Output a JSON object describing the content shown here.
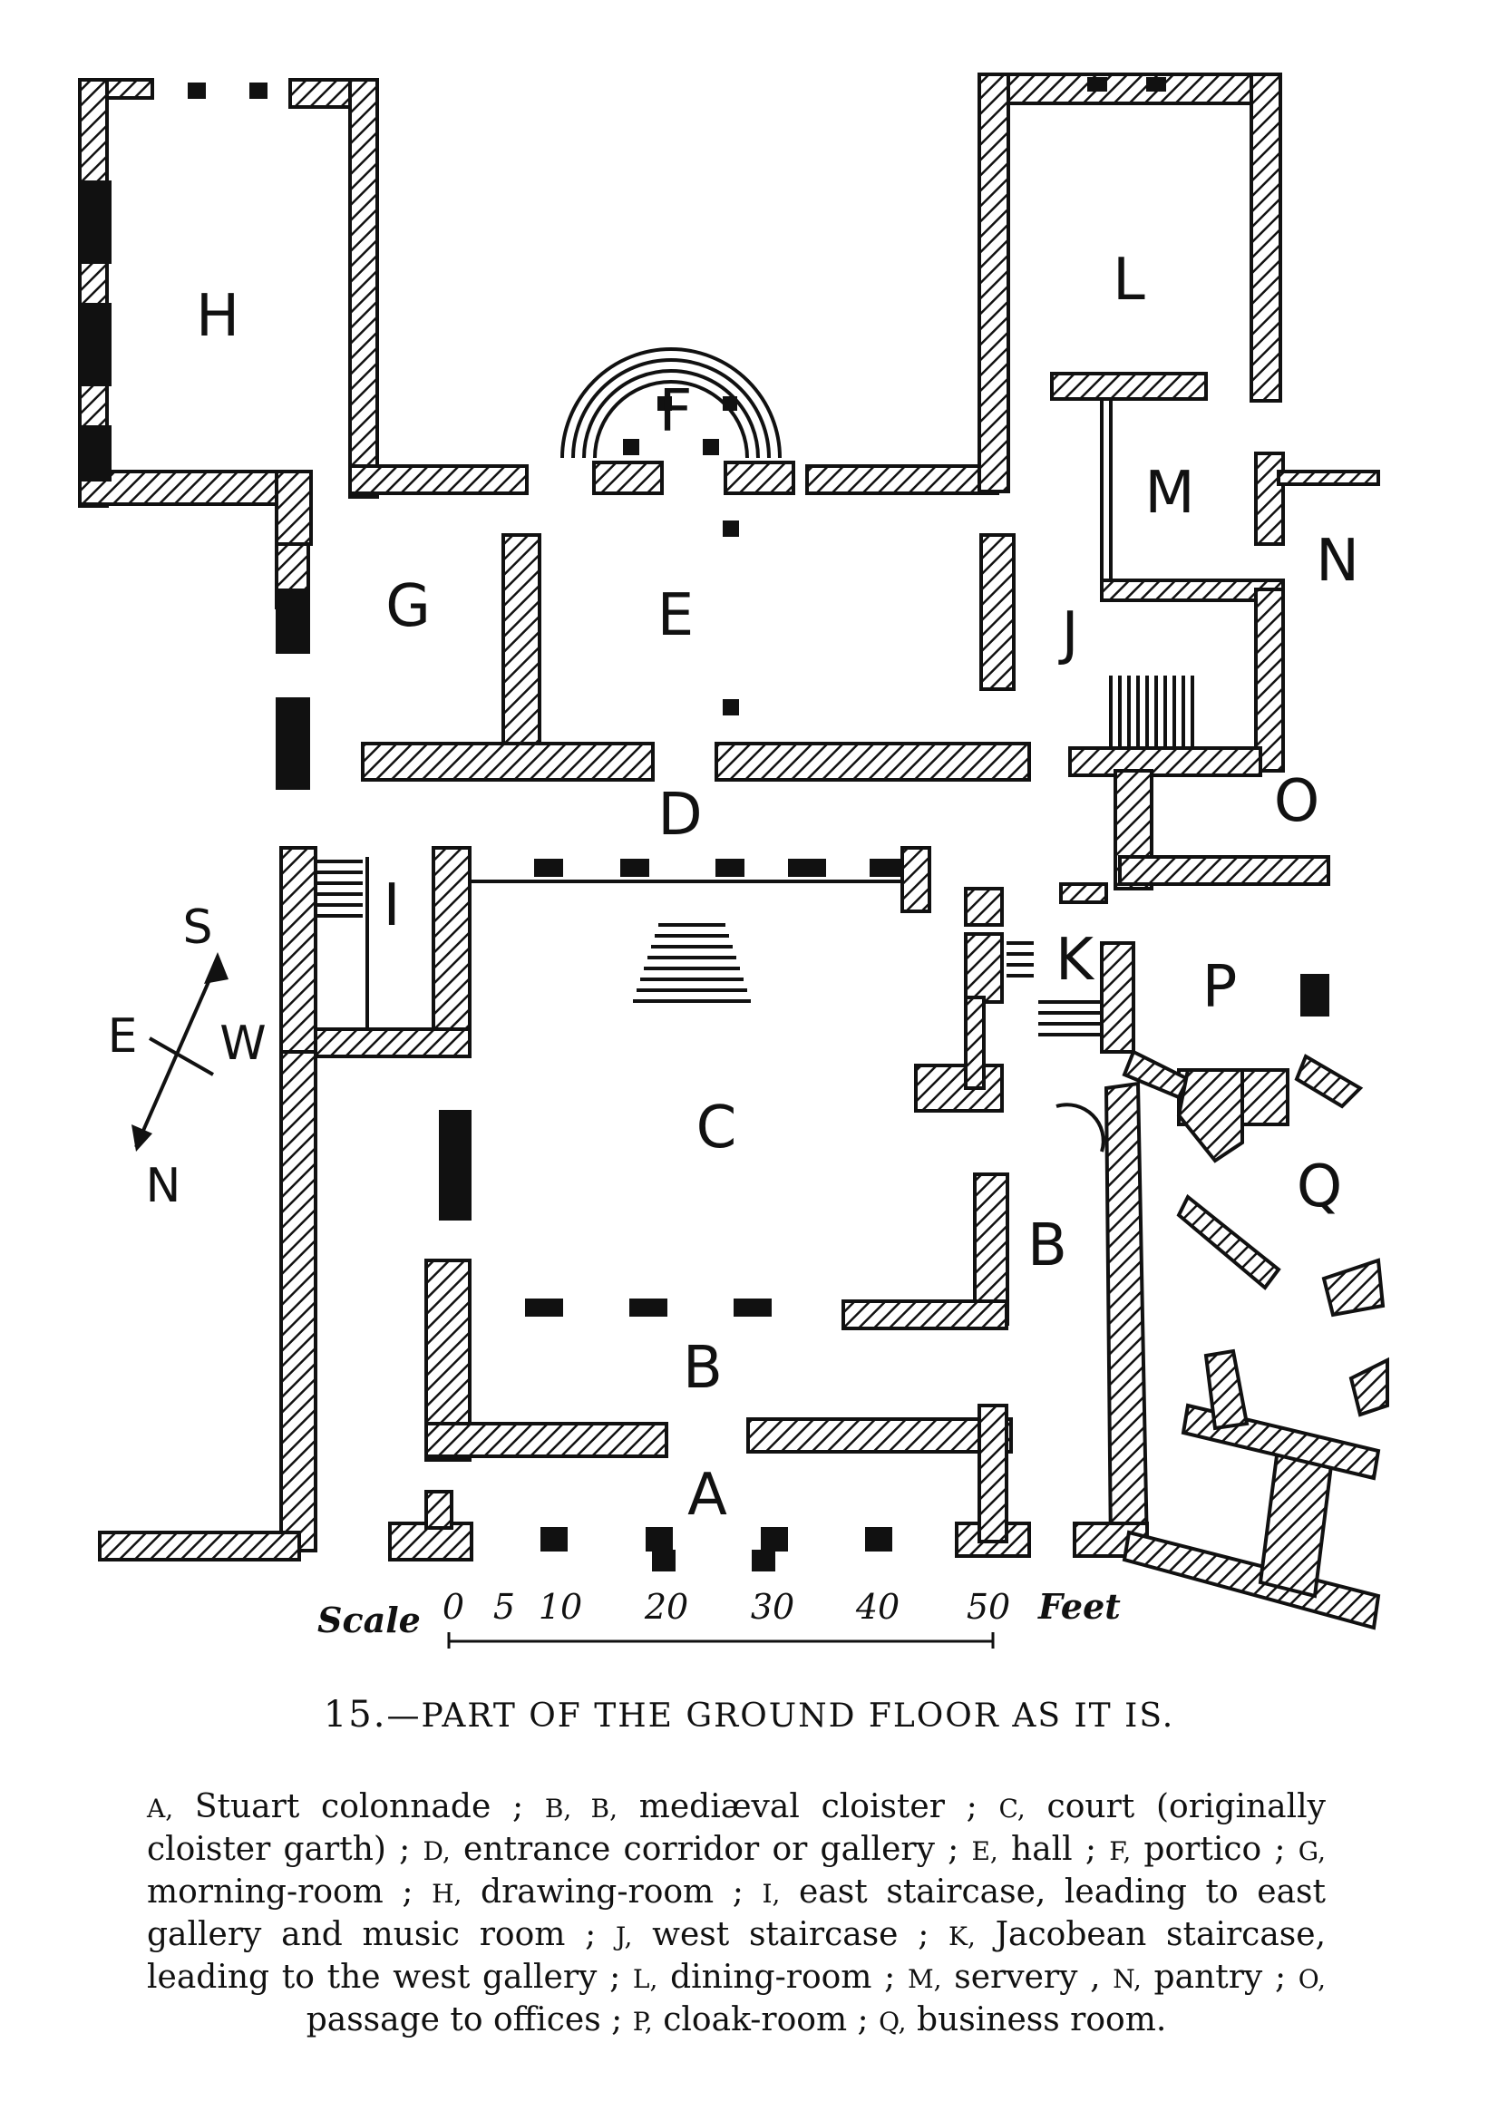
{
  "plan": {
    "rooms": [
      {
        "id": "H",
        "label": "H"
      },
      {
        "id": "L",
        "label": "L"
      },
      {
        "id": "F",
        "label": "F"
      },
      {
        "id": "M",
        "label": "M"
      },
      {
        "id": "N",
        "label": "N"
      },
      {
        "id": "G",
        "label": "G"
      },
      {
        "id": "E",
        "label": "E"
      },
      {
        "id": "J",
        "label": "J"
      },
      {
        "id": "D",
        "label": "D"
      },
      {
        "id": "O",
        "label": "O"
      },
      {
        "id": "I",
        "label": "I"
      },
      {
        "id": "K",
        "label": "K"
      },
      {
        "id": "P",
        "label": "P"
      },
      {
        "id": "C",
        "label": "C"
      },
      {
        "id": "Q",
        "label": "Q"
      },
      {
        "id": "B_east",
        "label": "B"
      },
      {
        "id": "B_south",
        "label": "B"
      },
      {
        "id": "A",
        "label": "A"
      }
    ],
    "compass": {
      "S": "S",
      "E": "E",
      "W": "W",
      "N": "N"
    },
    "scale": {
      "label": "Scale",
      "ticks": [
        "0",
        "5",
        "10",
        "20",
        "30",
        "40",
        "50"
      ],
      "unit": "Feet"
    }
  },
  "caption": {
    "number": "15.",
    "title": "—PART OF THE GROUND FLOOR AS IT IS.",
    "key": [
      {
        "letter": "A,",
        "text": " Stuart colonnade ; "
      },
      {
        "letter": "B, B,",
        "text": " mediæval cloister ; "
      },
      {
        "letter": "C,",
        "text": " court (originally cloister garth) ; "
      },
      {
        "letter": "D,",
        "text": " entrance corridor or gallery ; "
      },
      {
        "letter": "E,",
        "text": " hall ; "
      },
      {
        "letter": "F,",
        "text": " portico ; "
      },
      {
        "letter": "G,",
        "text": " morning-room ; "
      },
      {
        "letter": "H,",
        "text": " drawing-room ; "
      },
      {
        "letter": "I,",
        "text": " east staircase, leading to east gallery and music room ; "
      },
      {
        "letter": "J,",
        "text": " west staircase ; "
      },
      {
        "letter": "K,",
        "text": " Jacobean staircase, leading to the west gallery ; "
      },
      {
        "letter": "L,",
        "text": " dining-room ; "
      },
      {
        "letter": "M,",
        "text": " servery , "
      },
      {
        "letter": "N,",
        "text": " pantry ; "
      },
      {
        "letter": "O,",
        "text": " passage to offices ; "
      },
      {
        "letter": "P,",
        "text": " cloak-room ; "
      },
      {
        "letter": "Q,",
        "text": " business room."
      }
    ]
  }
}
